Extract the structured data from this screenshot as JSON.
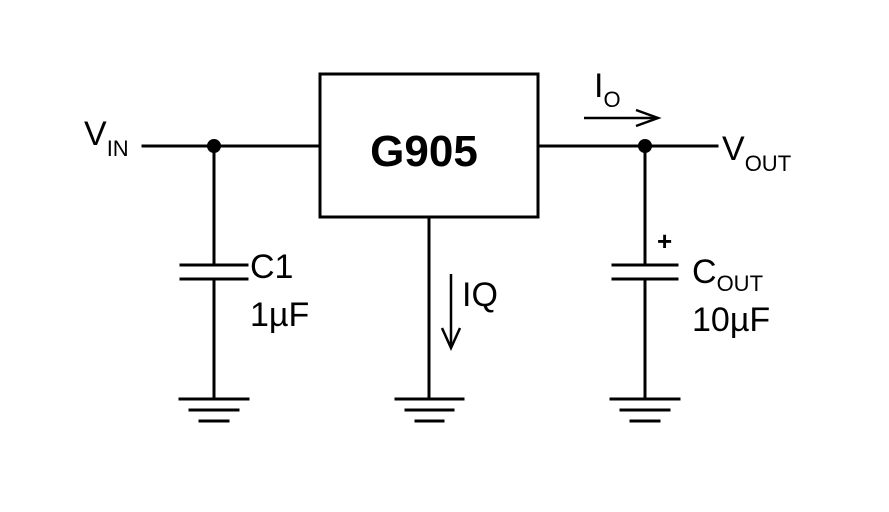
{
  "regulator": {
    "name": "G905"
  },
  "input": {
    "main": "V",
    "sub": "IN"
  },
  "output": {
    "main": "V",
    "sub": "OUT"
  },
  "output_current": {
    "main": "I",
    "sub": "O"
  },
  "quiescent_current": {
    "label": "IQ"
  },
  "c1": {
    "name": "C1",
    "value": "1µF"
  },
  "cout": {
    "main": "C",
    "sub": "OUT",
    "value": "10µF",
    "polarity": "+"
  }
}
